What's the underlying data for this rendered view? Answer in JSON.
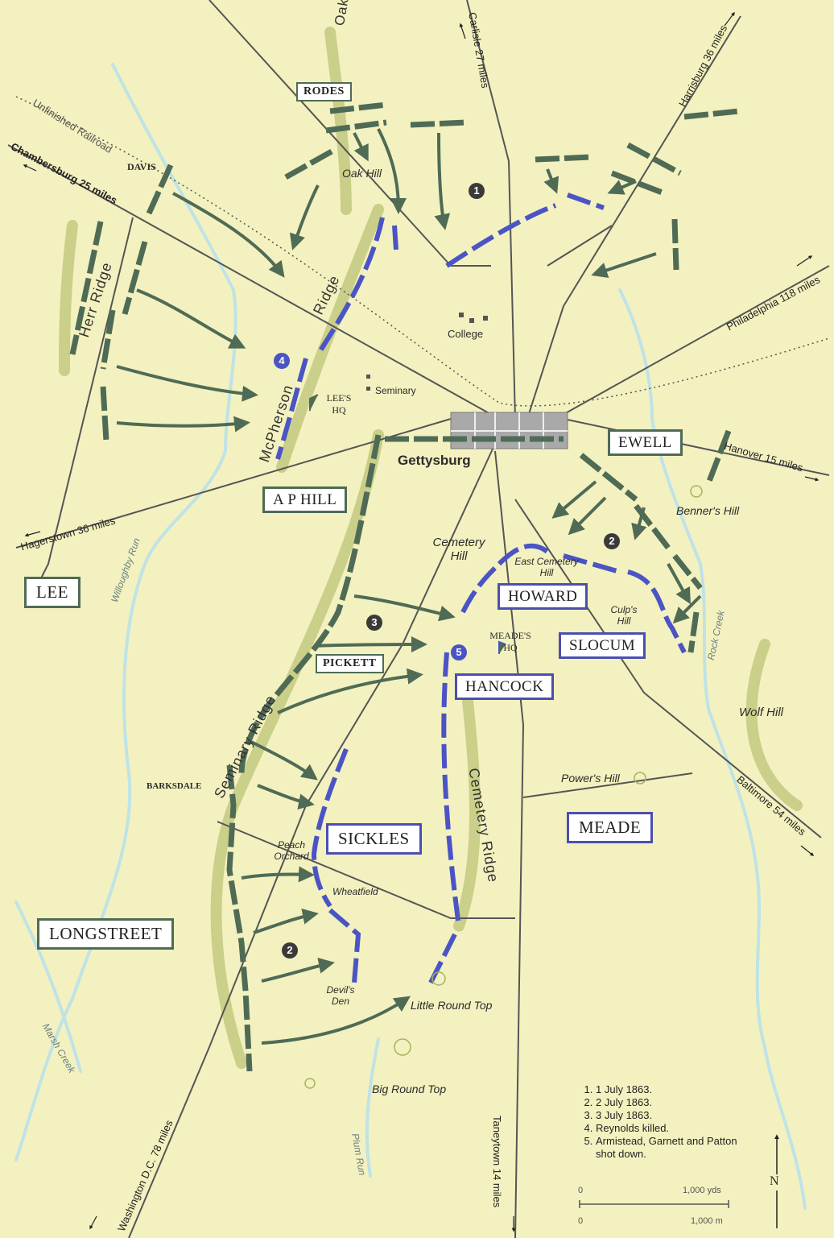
{
  "commanders": {
    "rodes": "RODES",
    "davis": "DAVIS",
    "ewell": "EWELL",
    "ap_hill": "A P HILL",
    "lee": "LEE",
    "pickett": "PICKETT",
    "barksdale": "BARKSDALE",
    "longstreet": "LONGSTREET",
    "howard": "HOWARD",
    "slocum": "SLOCUM",
    "hancock": "HANCOCK",
    "sickles": "SICKLES",
    "meade": "MEADE"
  },
  "places": {
    "gettysburg": "Gettysburg",
    "college": "College",
    "seminary": "Seminary",
    "lees_hq": "LEE'S HQ",
    "meades_hq": "MEADE'S HQ",
    "oak_hill": "Oak Hill",
    "cemetery_hill": "Cemetery Hill",
    "east_cemetery_hill": "East Cemetery Hill",
    "culps_hill": "Culp's Hill",
    "benners_hill": "Benner's Hill",
    "wolf_hill": "Wolf Hill",
    "powers_hill": "Power's Hill",
    "peach_orchard": "Peach Orchard",
    "wheatfield": "Wheatfield",
    "devils_den": "Devil's Den",
    "little_round_top": "Little Round Top",
    "big_round_top": "Big Round Top"
  },
  "ridges": {
    "oak_ridge": "Oak Ridge",
    "herr_ridge": "Herr Ridge",
    "mcpherson": "McPherson",
    "ridge": "Ridge",
    "seminary_ridge": "Seminary Ridge",
    "cemetery_ridge": "Cemetery Ridge"
  },
  "waterways": {
    "willoughby_run": "Willoughby Run",
    "rock_creek": "Rock Creek",
    "marsh_creek": "Marsh Creek",
    "plum_run": "Plum Run"
  },
  "roads": {
    "carlisle": "Carlisle 27 miles",
    "harrisburg": "Harrisburg 36 miles",
    "chambersburg": "Chambersburg 25 miles",
    "unfinished_railroad": "Unfinished Railroad",
    "philadelphia": "Philadelphia 118 miles",
    "hanover": "Hanover 15 miles",
    "hagerstown": "Hagerstown 36 miles",
    "baltimore": "Baltimore 54 miles",
    "washington": "Washington D.C. 78 miles",
    "taneytown": "Taneytown 14 miles"
  },
  "markers": {
    "m1": "1",
    "m2a": "2",
    "m2b": "2",
    "m3": "3",
    "m4": "4",
    "m5": "5"
  },
  "legend": [
    "1 July 1863.",
    "2 July 1863.",
    "3 July 1863.",
    "Reynolds killed.",
    "Armistead, Garnett and Patton shot down."
  ],
  "scale": {
    "zero_yds": "0",
    "yds": "1,000 yds",
    "zero_m": "0",
    "m": "1,000 m"
  },
  "north": "N",
  "colors": {
    "background": "#f3f1bf",
    "confederate": "#4f6b56",
    "union": "#4b4fb0",
    "water": "#bfe3e6",
    "road": "#555555",
    "town": "#a9a9a9"
  }
}
